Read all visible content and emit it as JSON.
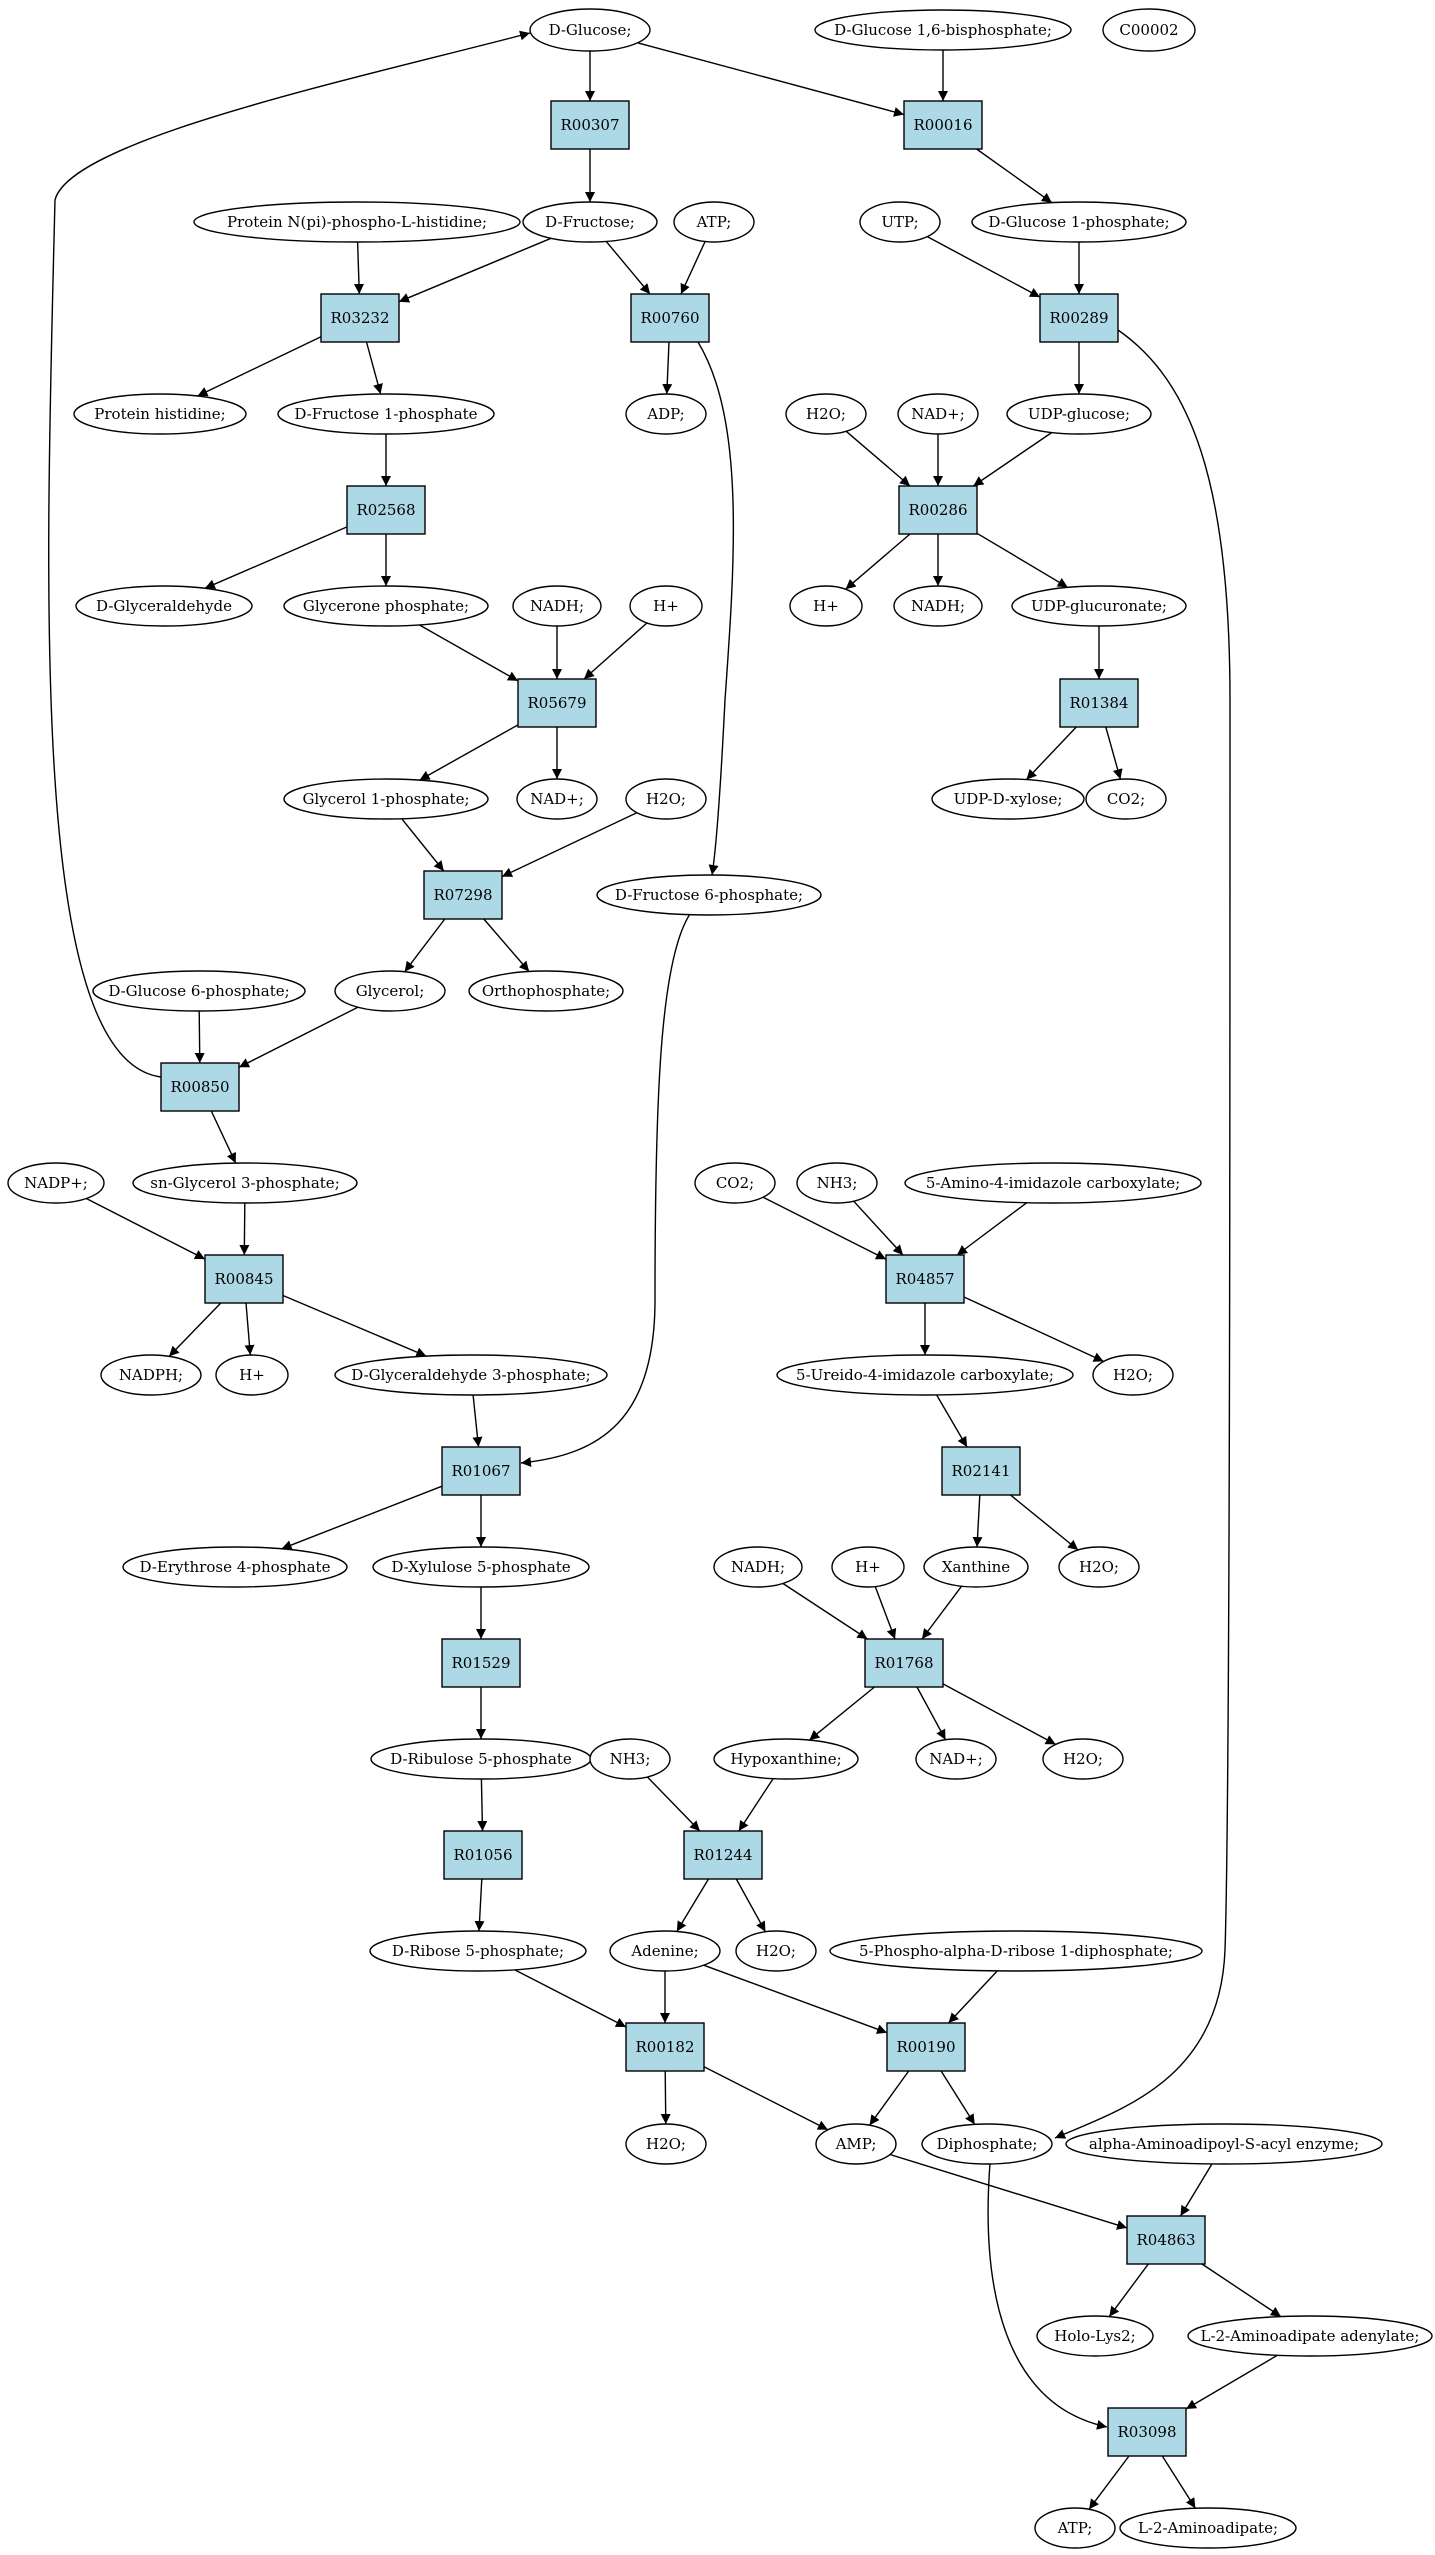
{
  "colors": {
    "reaction_fill": "#add8e6",
    "metabolite_fill": "#ffffff",
    "start_fill": "#00ee00",
    "highlight_fill": "#ffff00",
    "stroke": "#000000"
  },
  "reactions": [
    {
      "id": "r_R00307",
      "label": "R00307"
    },
    {
      "id": "r_R00016",
      "label": "R00016"
    },
    {
      "id": "r_R03232",
      "label": "R03232"
    },
    {
      "id": "r_R00760",
      "label": "R00760"
    },
    {
      "id": "r_R00289",
      "label": "R00289"
    },
    {
      "id": "r_R02568",
      "label": "R02568"
    },
    {
      "id": "r_R00286",
      "label": "R00286"
    },
    {
      "id": "r_R05679",
      "label": "R05679"
    },
    {
      "id": "r_R01384",
      "label": "R01384"
    },
    {
      "id": "r_R07298",
      "label": "R07298"
    },
    {
      "id": "r_R00850",
      "label": "R00850"
    },
    {
      "id": "r_R00845",
      "label": "R00845"
    },
    {
      "id": "r_R04857",
      "label": "R04857"
    },
    {
      "id": "r_R01067",
      "label": "R01067"
    },
    {
      "id": "r_R02141",
      "label": "R02141"
    },
    {
      "id": "r_R01529",
      "label": "R01529"
    },
    {
      "id": "r_R01768",
      "label": "R01768"
    },
    {
      "id": "r_R01056",
      "label": "R01056"
    },
    {
      "id": "r_R01244",
      "label": "R01244"
    },
    {
      "id": "r_R00182",
      "label": "R00182"
    },
    {
      "id": "r_R00190",
      "label": "R00190"
    },
    {
      "id": "r_R04863",
      "label": "R04863"
    },
    {
      "id": "r_R03098",
      "label": "R03098"
    }
  ],
  "metabolites": [
    {
      "id": "m_glucose",
      "label": "D-Glucose;",
      "fill": "#00ee00"
    },
    {
      "id": "m_glc16bp",
      "label": "D-Glucose 1,6-bisphosphate;"
    },
    {
      "id": "m_c00002",
      "label": "C00002",
      "fill": "#ffff00"
    },
    {
      "id": "m_pnpih",
      "label": "Protein N(pi)-phospho-L-histidine;"
    },
    {
      "id": "m_fructose",
      "label": "D-Fructose;"
    },
    {
      "id": "m_atp1",
      "label": "ATP;"
    },
    {
      "id": "m_utp",
      "label": "UTP;"
    },
    {
      "id": "m_glc1p",
      "label": "D-Glucose 1-phosphate;"
    },
    {
      "id": "m_protein_his",
      "label": "Protein histidine;"
    },
    {
      "id": "m_fru1p",
      "label": "D-Fructose 1-phosphate"
    },
    {
      "id": "m_adp",
      "label": "ADP;"
    },
    {
      "id": "m_h2o_a",
      "label": "H2O;"
    },
    {
      "id": "m_nadp_plus_a",
      "label": "NAD+;"
    },
    {
      "id": "m_udpglc",
      "label": "UDP-glucose;"
    },
    {
      "id": "m_glyceraldehyde",
      "label": "D-Glyceraldehyde"
    },
    {
      "id": "m_dhap",
      "label": "Glycerone phosphate;"
    },
    {
      "id": "m_nadh_a",
      "label": "NADH;"
    },
    {
      "id": "m_h_a",
      "label": "H+"
    },
    {
      "id": "m_h_b",
      "label": "H+"
    },
    {
      "id": "m_nadh_b",
      "label": "NADH;"
    },
    {
      "id": "m_udpglca",
      "label": "UDP-glucuronate;"
    },
    {
      "id": "m_gly1p",
      "label": "Glycerol 1-phosphate;"
    },
    {
      "id": "m_nad_b",
      "label": "NAD+;"
    },
    {
      "id": "m_h2o_b",
      "label": "H2O;"
    },
    {
      "id": "m_udpxyl",
      "label": "UDP-D-xylose;"
    },
    {
      "id": "m_co2_a",
      "label": "CO2;"
    },
    {
      "id": "m_fru6p",
      "label": "D-Fructose 6-phosphate;"
    },
    {
      "id": "m_glc6p",
      "label": "D-Glucose 6-phosphate;"
    },
    {
      "id": "m_glycerol",
      "label": "Glycerol;"
    },
    {
      "id": "m_pi",
      "label": "Orthophosphate;"
    },
    {
      "id": "m_nadp_plus_b",
      "label": "NADP+;"
    },
    {
      "id": "m_g3p",
      "label": "sn-Glycerol 3-phosphate;"
    },
    {
      "id": "m_co2_b",
      "label": "CO2;"
    },
    {
      "id": "m_nh3_a",
      "label": "NH3;"
    },
    {
      "id": "m_aic",
      "label": "5-Amino-4-imidazole carboxylate;"
    },
    {
      "id": "m_nadph",
      "label": "NADPH;"
    },
    {
      "id": "m_h_c",
      "label": "H+"
    },
    {
      "id": "m_gap",
      "label": "D-Glyceraldehyde 3-phosphate;"
    },
    {
      "id": "m_uic",
      "label": "5-Ureido-4-imidazole carboxylate;"
    },
    {
      "id": "m_h2o_c",
      "label": "H2O;"
    },
    {
      "id": "m_e4p",
      "label": "D-Erythrose 4-phosphate"
    },
    {
      "id": "m_xu5p",
      "label": "D-Xylulose 5-phosphate"
    },
    {
      "id": "m_nadh_c",
      "label": "NADH;"
    },
    {
      "id": "m_h_d",
      "label": "H+"
    },
    {
      "id": "m_xanthine",
      "label": "Xanthine"
    },
    {
      "id": "m_h2o_d",
      "label": "H2O;"
    },
    {
      "id": "m_ru5p",
      "label": "D-Ribulose 5-phosphate"
    },
    {
      "id": "m_nh3_b",
      "label": "NH3;"
    },
    {
      "id": "m_hypoxanthine",
      "label": "Hypoxanthine;"
    },
    {
      "id": "m_nad_c",
      "label": "NAD+;"
    },
    {
      "id": "m_h2o_e",
      "label": "H2O;"
    },
    {
      "id": "m_r5p",
      "label": "D-Ribose 5-phosphate;"
    },
    {
      "id": "m_adenine",
      "label": "Adenine;"
    },
    {
      "id": "m_h2o_f",
      "label": "H2O;"
    },
    {
      "id": "m_prpp",
      "label": "5-Phospho-alpha-D-ribose 1-diphosphate;"
    },
    {
      "id": "m_h2o_g",
      "label": "H2O;"
    },
    {
      "id": "m_amp",
      "label": "AMP;"
    },
    {
      "id": "m_ppi",
      "label": "Diphosphate;"
    },
    {
      "id": "m_aasenz",
      "label": "alpha-Aminoadipoyl-S-acyl enzyme;"
    },
    {
      "id": "m_hololys2",
      "label": "Holo-Lys2;"
    },
    {
      "id": "m_l2aa_adenylate",
      "label": "L-2-Aminoadipate adenylate;"
    },
    {
      "id": "m_atp2",
      "label": "ATP;"
    },
    {
      "id": "m_l2aa",
      "label": "L-2-Aminoadipate;"
    }
  ]
}
